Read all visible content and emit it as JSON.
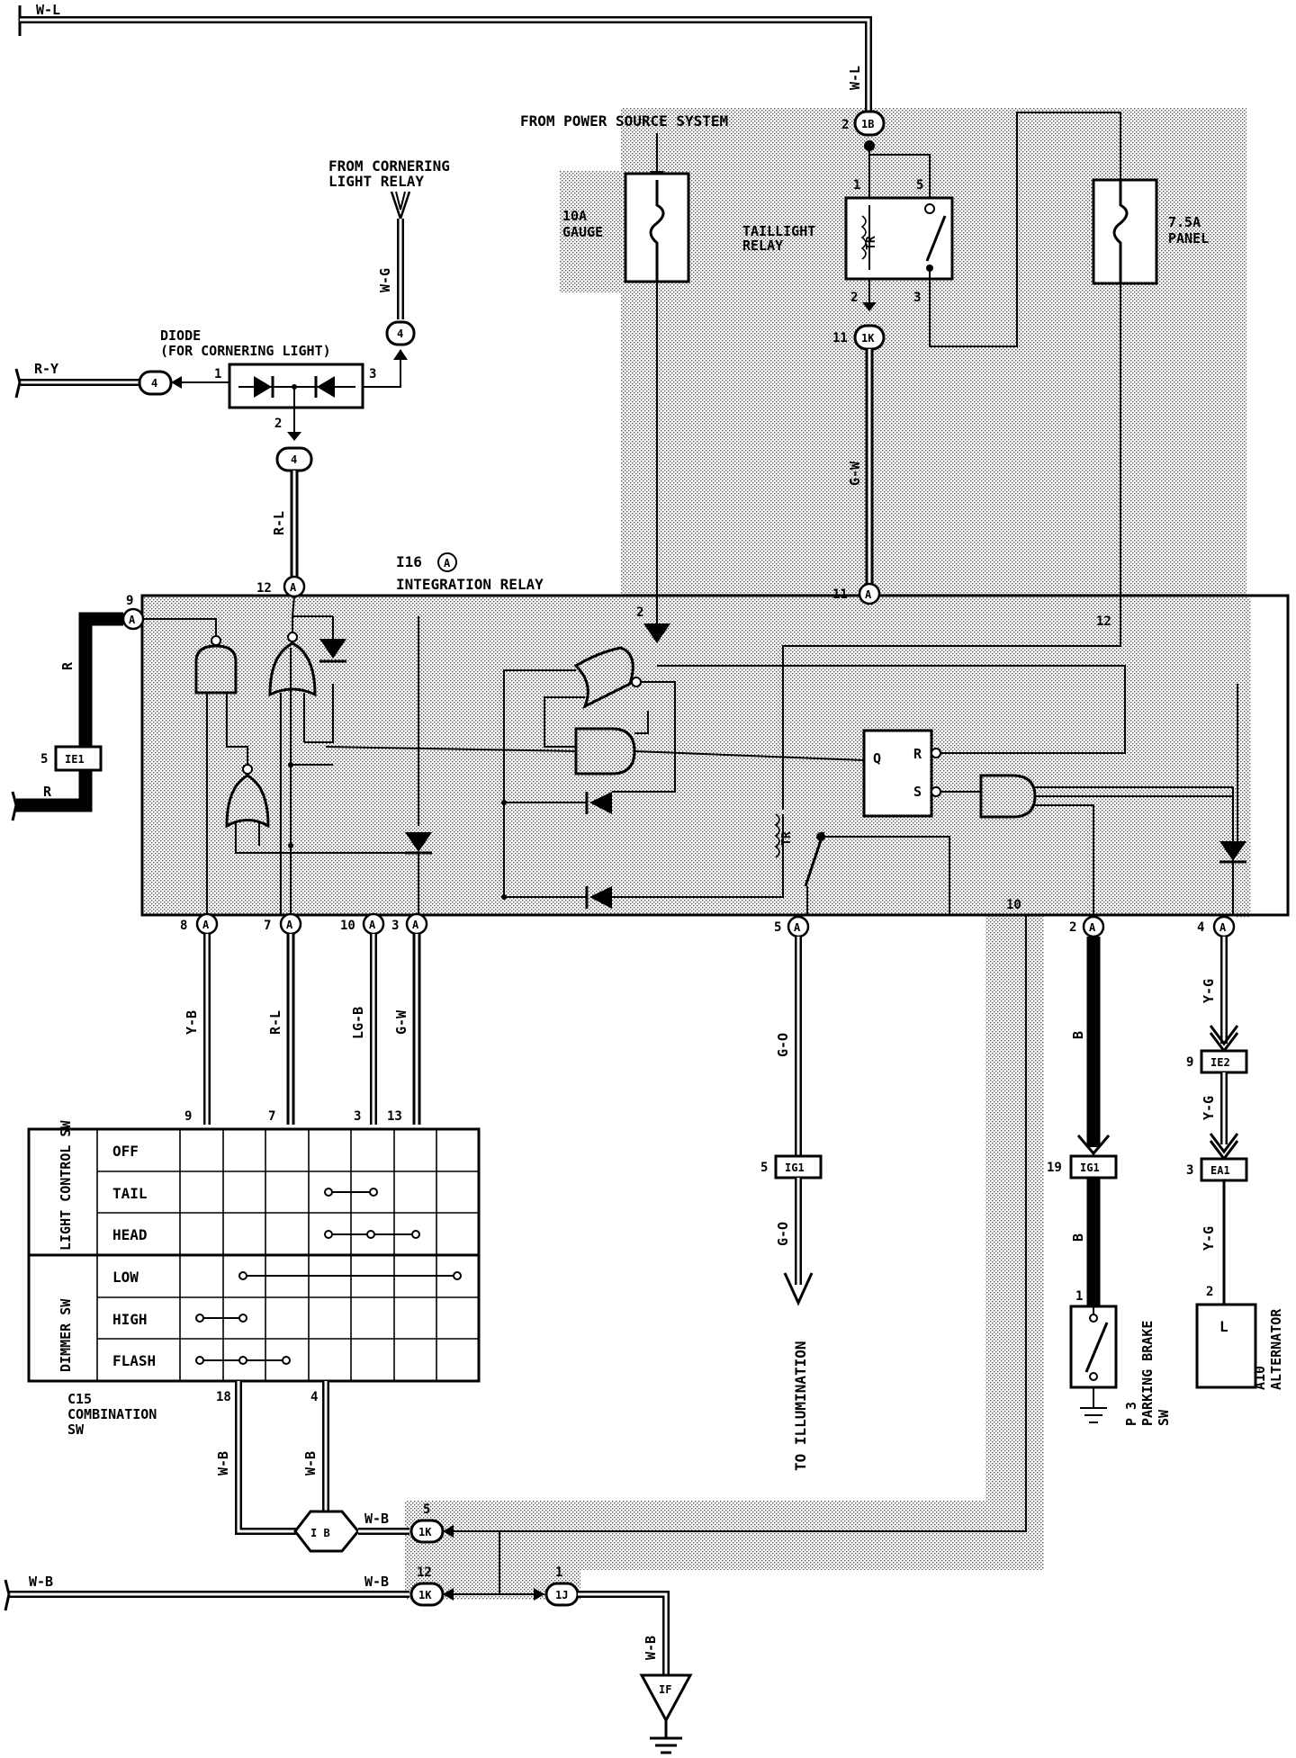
{
  "labels": {
    "top_left_wire": "W-L",
    "top_right_wire": "W-L",
    "from_power": "FROM POWER SOURCE SYSTEM",
    "from_cornering_1": "FROM CORNERING",
    "from_cornering_2": "LIGHT RELAY",
    "diode_1": "DIODE",
    "diode_2": "(FOR CORNERING LIGHT)",
    "fuse_gauge_1": "10A",
    "fuse_gauge_2": "GAUGE",
    "taillight_1": "TAILLIGHT",
    "taillight_2": "RELAY",
    "fuse_panel_1": "7.5A",
    "fuse_panel_2": "PANEL",
    "relay_id": "I16",
    "relay_name": "INTEGRATION RELAY",
    "combo_1": "C15",
    "combo_2": "COMBINATION",
    "combo_3": "SW",
    "to_illum": "TO ILLUMINATION",
    "pbrake_1": "P 3",
    "pbrake_2": "PARKING BRAKE",
    "pbrake_3": "SW",
    "alt_1": "A10",
    "alt_2": "ALTERNATOR",
    "alt_L": "L",
    "coil_label": "TR",
    "coil_label2": "TR"
  },
  "wire_colors": {
    "wg": "W-G",
    "ry": "R-Y",
    "rl_top": "R-L",
    "gw_top": "G-W",
    "r_left": "R",
    "r_left2": "R",
    "yb": "Y-B",
    "rl": "R-L",
    "lgb": "LG-B",
    "gw": "G-W",
    "go": "G-O",
    "go2": "G-O",
    "b1": "B",
    "b2": "B",
    "yg1": "Y-G",
    "yg2": "Y-G",
    "yg3": "Y-G",
    "wb1": "W-B",
    "wb2": "W-B",
    "wb3": "W-B",
    "wb4": "W-B",
    "wb5": "W-B",
    "wb6": "W-B"
  },
  "connectors": {
    "c1B": "1B",
    "c1K_a": "1K",
    "c4_a": "4",
    "c4_b": "4",
    "c4_c": "4",
    "cA": "A",
    "cIE1": "IE1",
    "cIG1_a": "IG1",
    "cIG1_b": "IG1",
    "cIE2": "IE2",
    "cEA1": "EA1",
    "cIB": "I B",
    "c1K_b": "1K",
    "c1K_c": "1K",
    "c1J": "1J",
    "cIF": "IF",
    "cI16A": "A"
  },
  "pins": {
    "p2_top": "2",
    "p1_relay": "1",
    "p5_relay": "5",
    "p2_relay": "2",
    "p3_relay": "3",
    "p11": "11",
    "pd1": "1",
    "pd3": "3",
    "pd2": "2",
    "p12a": "12",
    "p9": "9",
    "p11A": "11",
    "p2in": "2",
    "p12in": "12",
    "p5ie1": "5",
    "p8": "8",
    "p7": "7",
    "p10": "10",
    "p3": "3",
    "p5a": "5",
    "p10in": "10",
    "p2a": "2",
    "p4a": "4",
    "p9ie2": "9",
    "p5ig1": "5",
    "p19": "19",
    "p3ea1": "3",
    "p1pb": "1",
    "p2alt": "2",
    "ct9": "9",
    "ct7": "7",
    "ct3": "3",
    "ct13": "13",
    "ct18": "18",
    "ct4": "4",
    "p5k": "5",
    "p12k": "12",
    "p1j": "1"
  },
  "gate_labels": {
    "q": "Q",
    "r": "R",
    "s": "S"
  },
  "switch_table": {
    "group1": "LIGHT CONTROL SW",
    "group2": "DIMMER SW",
    "rows": [
      "OFF",
      "TAIL",
      "HEAD",
      "LOW",
      "HIGH",
      "FLASH"
    ]
  }
}
